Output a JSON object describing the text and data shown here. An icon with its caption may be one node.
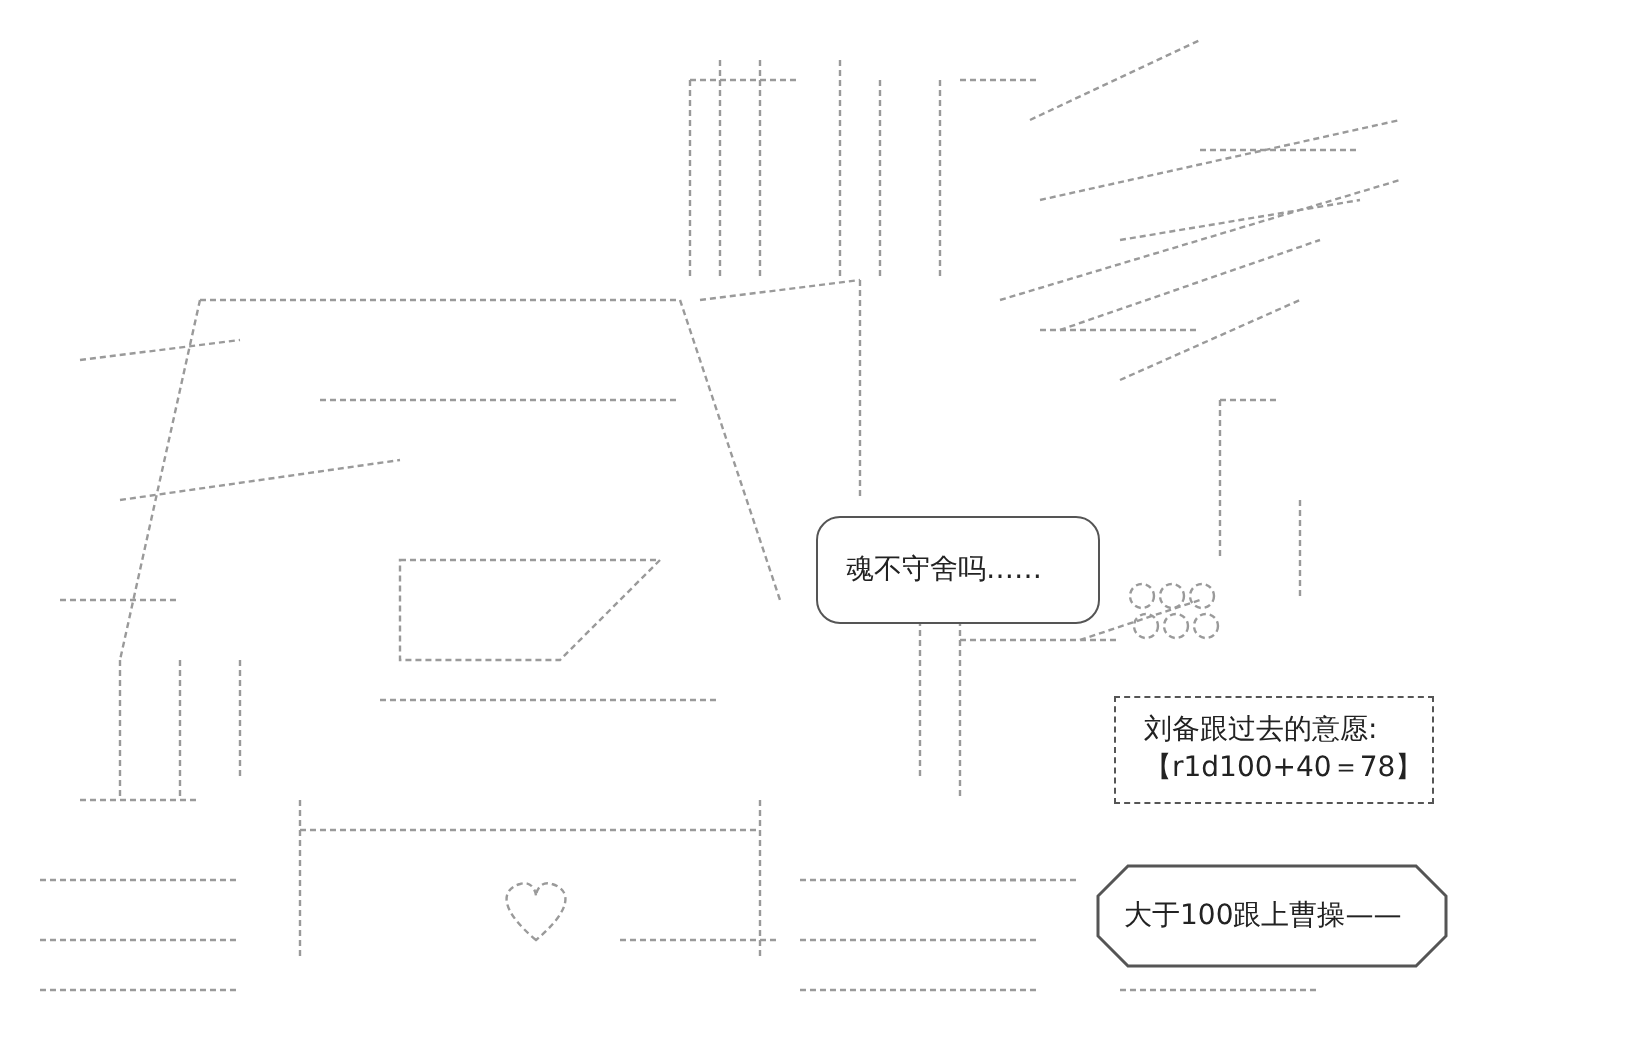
{
  "diagram": {
    "nodes": [
      {
        "text": [
          "魂不守舍吗……"
        ]
      },
      {
        "text": [
          "刘备跟过去的意愿:",
          "【r1d100+40＝78】"
        ]
      },
      {
        "text": [
          "大于100跟上曹操——"
        ]
      }
    ]
  }
}
